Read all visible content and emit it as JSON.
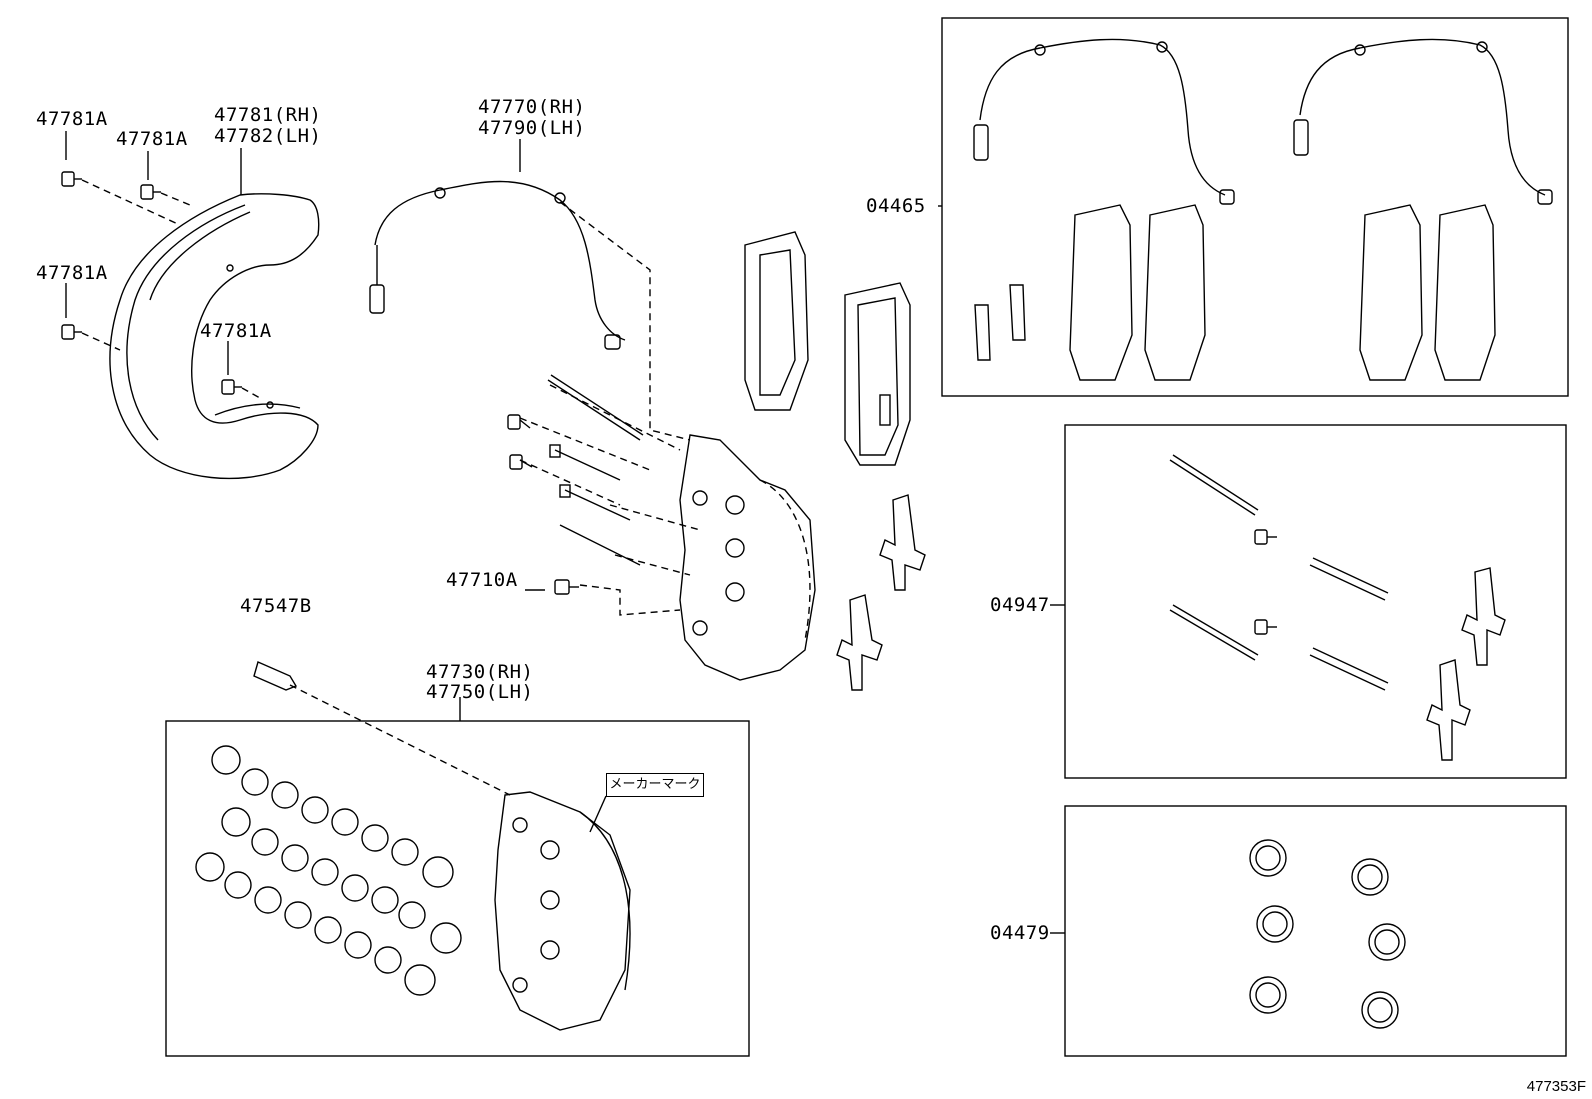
{
  "diagram": {
    "code": "477353F",
    "maker_mark": "メーカーマーク"
  },
  "labels": {
    "shield_bolt_1": "47781A",
    "shield_bolt_2": "47781A",
    "shield_bolt_3": "47781A",
    "shield_bolt_4": "47781A",
    "shield_rh": "47781(RH)",
    "shield_lh": "47782(LH)",
    "sensor_rh": "47770(RH)",
    "sensor_lh": "47790(LH)",
    "caliper_bolt": "47710A",
    "bleeder_plug": "47547B",
    "caliper_rh": "47730(RH)",
    "caliper_lh": "47750(LH)",
    "pad_kit": "04465",
    "fitting_kit": "04947",
    "cylinder_kit": "04479"
  },
  "colors": {
    "line": "#000000",
    "background": "#ffffff"
  }
}
